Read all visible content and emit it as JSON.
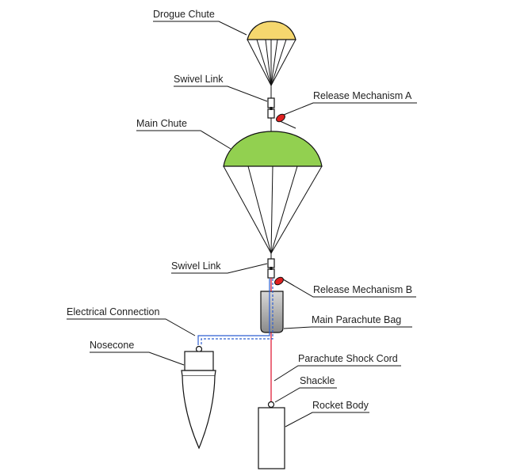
{
  "labels": {
    "drogue_chute": "Drogue Chute",
    "swivel_link_top": "Swivel Link",
    "release_mechanism_a": "Release Mechanism A",
    "main_chute": "Main Chute",
    "swivel_link_bottom": "Swivel Link",
    "release_mechanism_b": "Release Mechanism B",
    "electrical_connection": "Electrical Connection",
    "main_parachute_bag": "Main Parachute Bag",
    "nosecone": "Nosecone",
    "parachute_shock_cord": "Parachute Shock Cord",
    "shackle": "Shackle",
    "rocket_body": "Rocket Body"
  },
  "colors": {
    "drogue_canopy": "#f5d76e",
    "main_canopy": "#92d050",
    "release_mechanism": "#e02020",
    "shock_cord": "#e0203a",
    "electrical_wire": "#2f5fd0",
    "parachute_bag_top": "#d8d8d8",
    "parachute_bag_bottom": "#8a8a8a"
  }
}
